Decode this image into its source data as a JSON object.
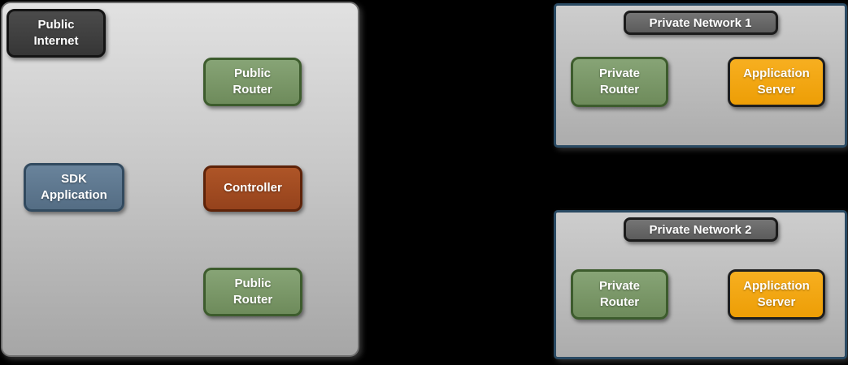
{
  "diagram": {
    "public_cloud_panel": {
      "nodes": {
        "public_internet": {
          "label": "Public\nInternet"
        },
        "public_router_top": {
          "label": "Public\nRouter"
        },
        "sdk_application": {
          "label": "SDK\nApplication"
        },
        "controller": {
          "label": "Controller"
        },
        "public_router_bottom": {
          "label": "Public\nRouter"
        }
      }
    },
    "private_networks": [
      {
        "title": "Private Network 1",
        "nodes": {
          "private_router": {
            "label": "Private\nRouter"
          },
          "application_server": {
            "label": "Application\nServer"
          }
        }
      },
      {
        "title": "Private Network 2",
        "nodes": {
          "private_router": {
            "label": "Private\nRouter"
          },
          "application_server": {
            "label": "Application\nServer"
          }
        }
      }
    ],
    "palette": {
      "background": "#000000",
      "public_panel_fill_top": "#e1e1e1",
      "public_panel_fill_bottom": "#a6a6a6",
      "public_panel_border": "#6e6e6e",
      "private_panel_fill_top": "#cdcdcd",
      "private_panel_fill_bottom": "#acacac",
      "private_panel_border": "#2a4a63",
      "network_header_fill": "#676767",
      "network_header_border": "#1b1b1b",
      "node_dark_fill": "#3e3e3e",
      "node_dark_border": "#141414",
      "node_green_fill": "#7b9969",
      "node_green_border": "#3d5c2d",
      "node_slate_fill": "#5f7a91",
      "node_slate_border": "#324a5f",
      "node_rust_fill": "#a14a21",
      "node_rust_border": "#5e2309",
      "node_orange_fill": "#f2a60f",
      "node_orange_border": "#1f1f1f",
      "node_text": "#ffffff"
    }
  }
}
